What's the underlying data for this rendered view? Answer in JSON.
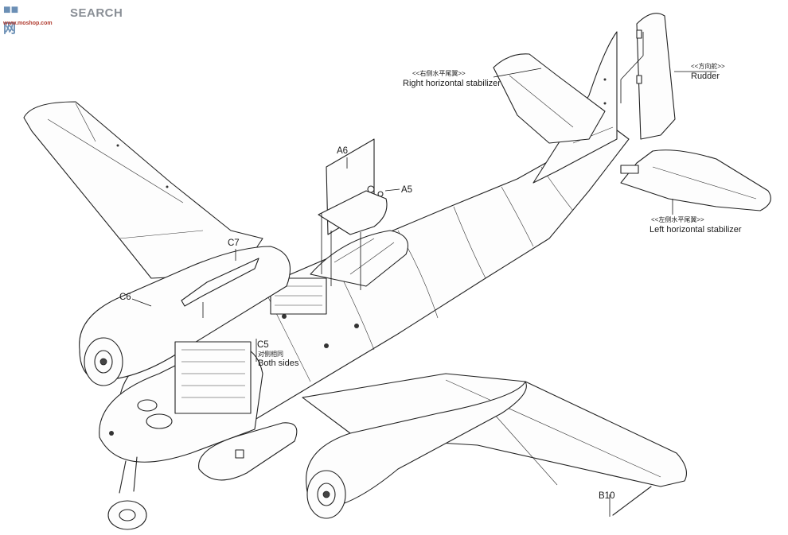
{
  "watermark": {
    "logo": "■■ 网",
    "brand": "SEARCH",
    "url": "www.moshop.com"
  },
  "labels": {
    "a6": "A6",
    "a5": "A5",
    "c7": "C7",
    "c6": "C6",
    "c5": "C5",
    "c5_note_zh": "对侧相同",
    "c5_note_en": "Both sides",
    "b10": "B10",
    "right_stab_zh": "<<右侧水平尾翼>>",
    "right_stab_en": "Right horizontal stabilizer",
    "rudder_zh": "<<方向舵>>",
    "rudder_en": "Rudder",
    "left_stab_zh": "<<左侧水平尾翼>>",
    "left_stab_en": "Left horizontal stabilizer"
  },
  "colors": {
    "line": "#222222",
    "background": "#ffffff",
    "watermark_blue": "#6b8fb5",
    "watermark_red": "#b03a2e"
  }
}
